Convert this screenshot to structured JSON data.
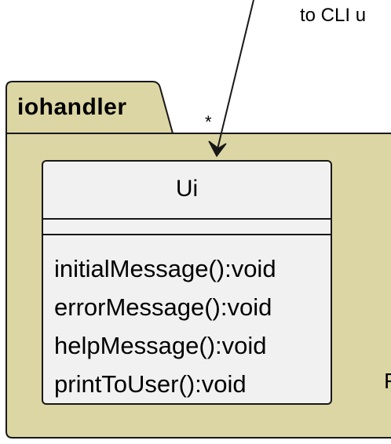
{
  "package": {
    "name": "iohandler",
    "fill": "#dcd6a4",
    "border": "#181818"
  },
  "edge": {
    "note": "to CLI u",
    "multiplicity": "*"
  },
  "stray_text": "F",
  "class": {
    "name": "Ui",
    "fill": "#f1f1f1",
    "fields": [],
    "methods": [
      "initialMessage():void",
      "errorMessage():void",
      "helpMessage():void",
      "printToUser():void"
    ]
  }
}
